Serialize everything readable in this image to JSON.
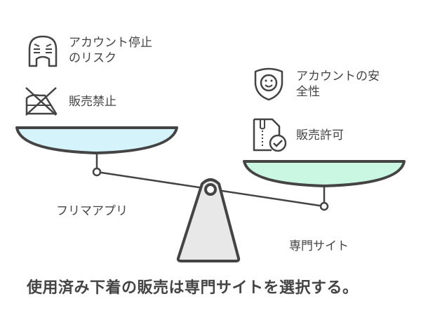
{
  "left_side": {
    "items": [
      {
        "icon": "angry-face-icon",
        "label_line1": "アカウント停止",
        "label_line2": "のリスク"
      },
      {
        "icon": "prohibited-clothing-icon",
        "label": "販売禁止"
      }
    ],
    "pan_label": "フリマアプリ",
    "pan_color": "#d4f3fb"
  },
  "right_side": {
    "items": [
      {
        "icon": "shield-smile-icon",
        "label_line1": "アカウントの安",
        "label_line2": "全性"
      },
      {
        "icon": "document-check-icon",
        "label": "販売許可"
      }
    ],
    "pan_label": "専門サイト",
    "pan_color": "#c9f7e1"
  },
  "fulcrum_color": "#e8e8e8",
  "stroke_color": "#444444",
  "conclusion": "使用済み下着の販売は専門サイトを選択する。"
}
